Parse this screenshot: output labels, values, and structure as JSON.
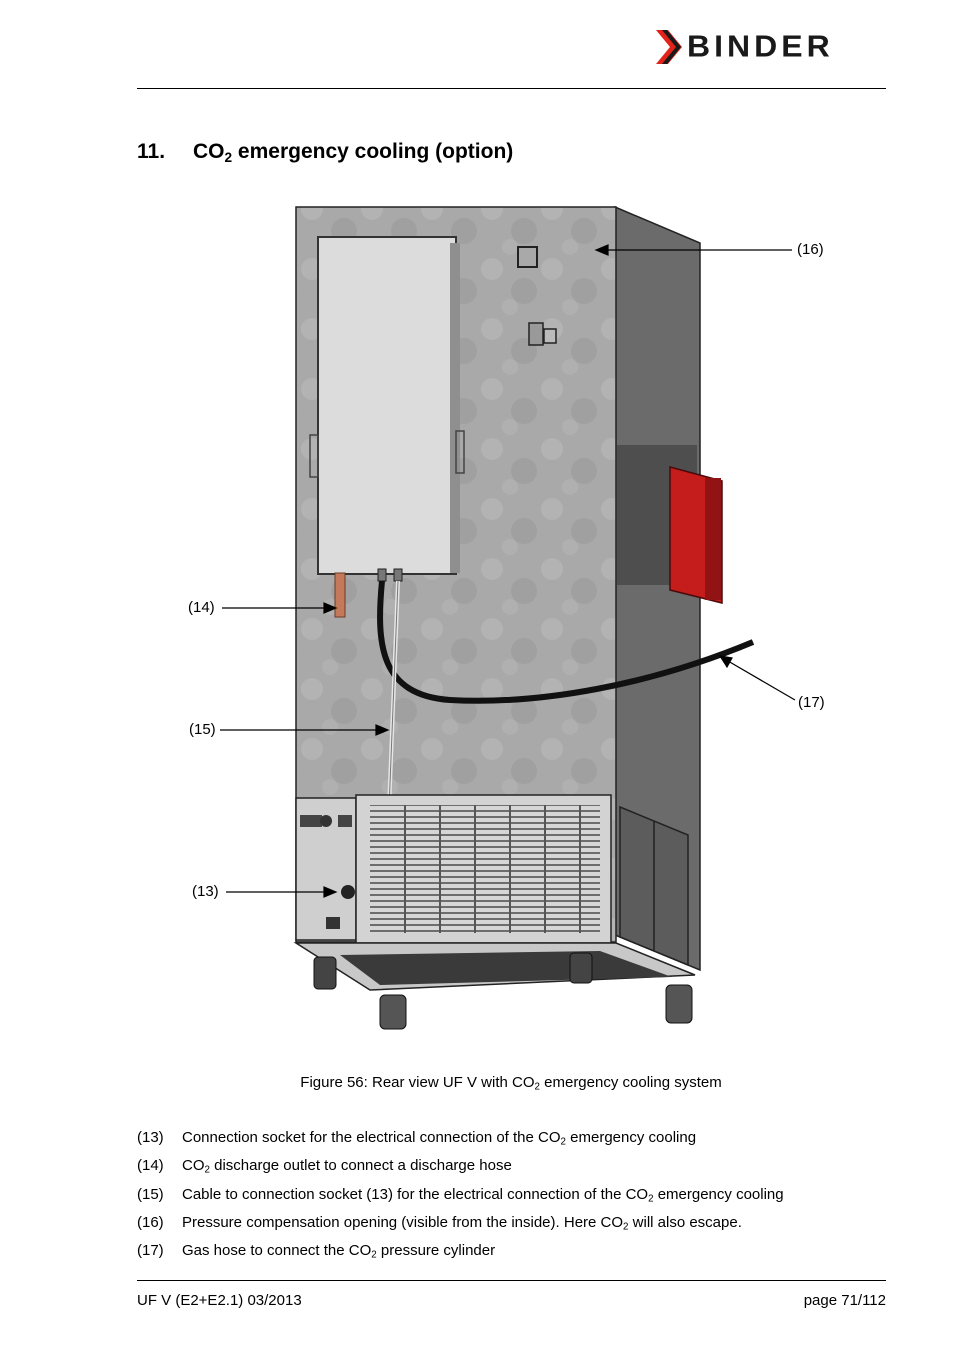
{
  "header": {
    "logo_text": "BINDER",
    "colors": {
      "logo_red": "#e2231a",
      "logo_dark": "#1a1a1a"
    }
  },
  "section": {
    "number": "11.",
    "title_pre": "CO",
    "title_sub": "2",
    "title_post": " emergency cooling (option)"
  },
  "figure": {
    "callouts": [
      "(16)",
      "(14)",
      "(15)",
      "(17)",
      "(13)"
    ],
    "caption_pre": "Figure 56: Rear view UF V with CO",
    "caption_sub": "2",
    "caption_post": " emergency cooling system",
    "colors": {
      "cabinet": "#a7a7a7",
      "side": "#6a6a6a",
      "panel": "#dcdcdc",
      "socket_box": "#c51c1c",
      "copper": "#c47a5a"
    }
  },
  "legend": [
    {
      "ref": "(13)",
      "pre": "Connection socket for the electrical connection of the CO",
      "sub": "2",
      "post": " emergency cooling"
    },
    {
      "ref": "(14)",
      "pre": "CO",
      "sub": "2",
      "post": " discharge outlet to connect a discharge hose"
    },
    {
      "ref": "(15)",
      "pre": "Cable to connection socket (13) for the electrical connection of the CO",
      "sub": "2",
      "post": " emergency cooling"
    },
    {
      "ref": "(16)",
      "pre": "Pressure compensation opening (visible from the inside). Here CO",
      "sub": "2",
      "post": " will also escape."
    },
    {
      "ref": "(17)",
      "pre": "Gas hose to connect the CO",
      "sub": "2",
      "post": " pressure cylinder"
    }
  ],
  "footer": {
    "left": "UF V (E2+E2.1) 03/2013",
    "right": "page 71/112"
  }
}
